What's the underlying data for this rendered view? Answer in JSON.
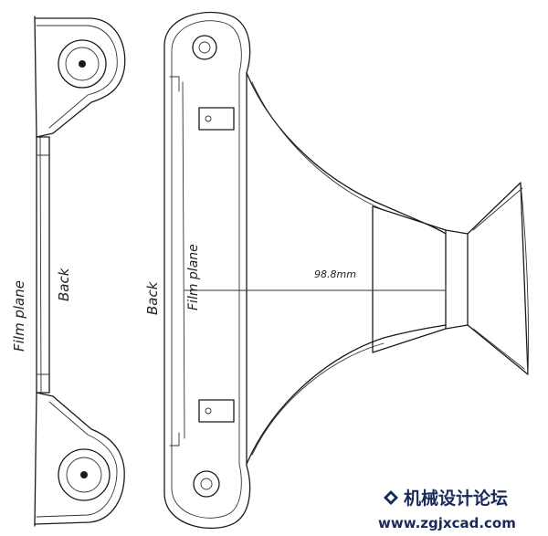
{
  "labels": {
    "left_film_plane": "Film plane",
    "left_back": "Back",
    "right_back": "Back",
    "right_film_plane": "Film plane",
    "dimension": "98.8mm"
  },
  "watermark": {
    "site_name": "机械设计论坛",
    "url": "www.zgjxcad.com"
  },
  "colors": {
    "ink": "#1a1a1a",
    "watermark": "#1a2a5a"
  }
}
